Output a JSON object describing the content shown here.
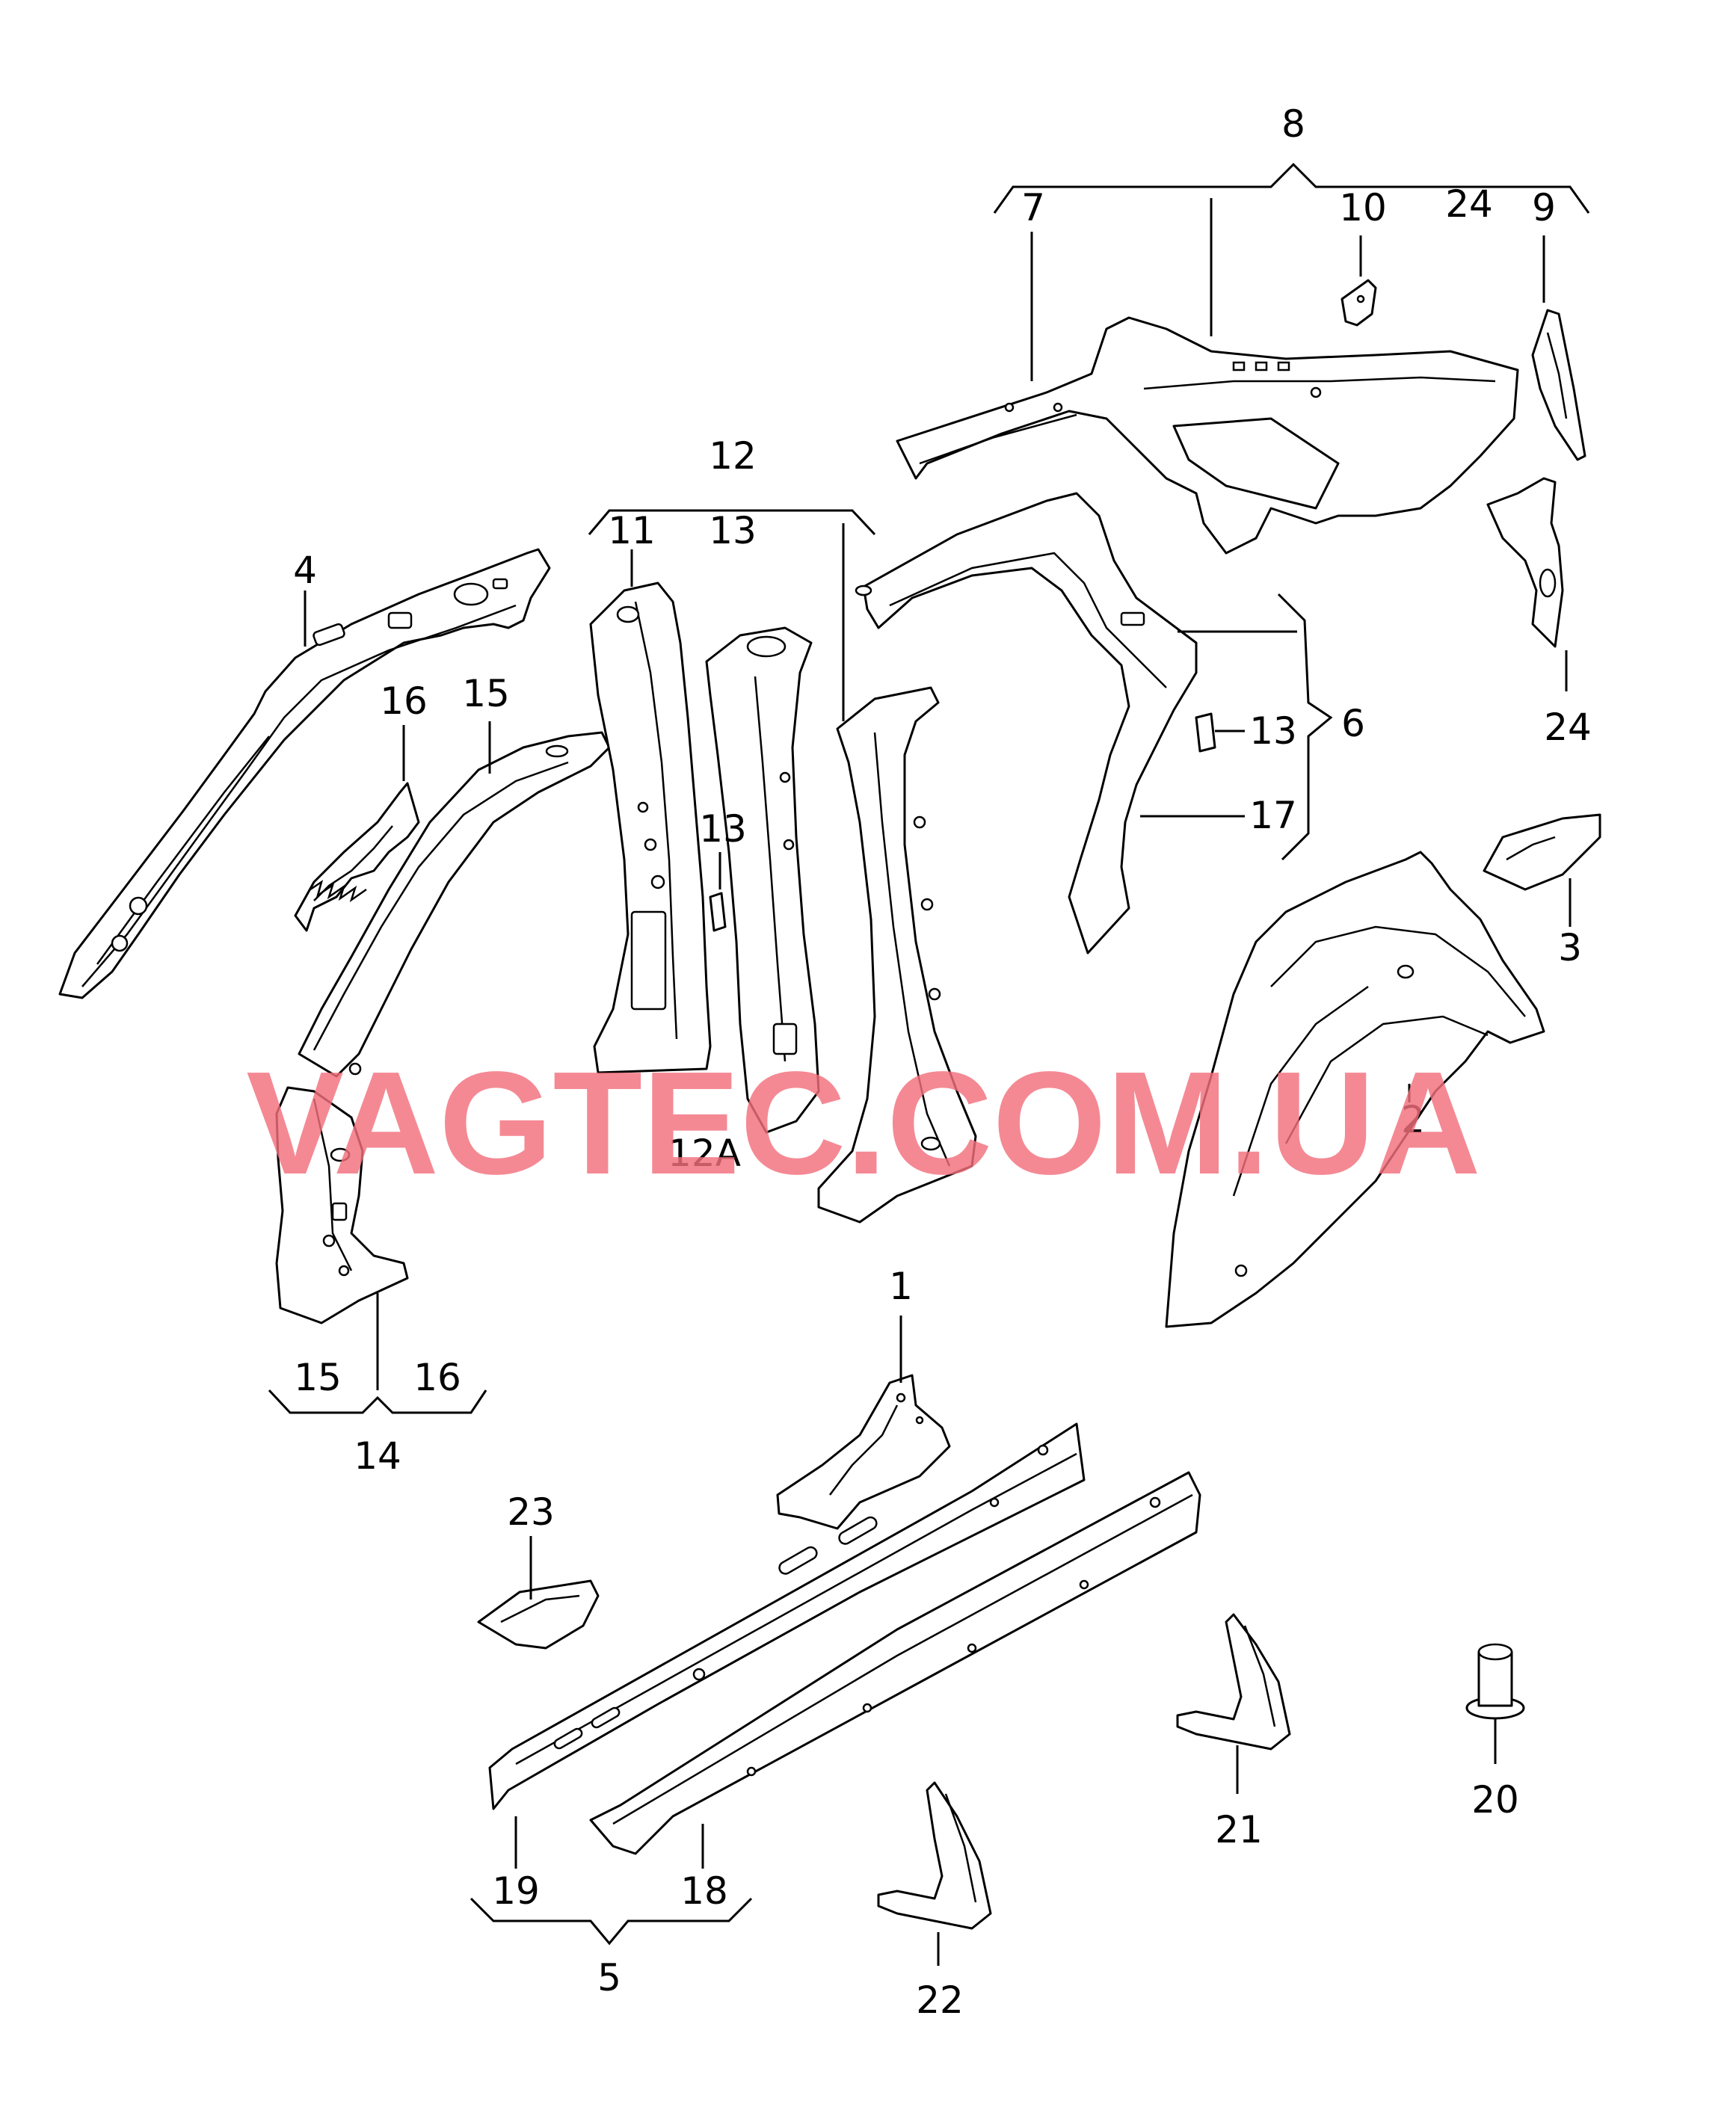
{
  "watermark": "VAGTEC.COM.UA",
  "callouts": {
    "c1": "1",
    "c2": "2",
    "c3": "3",
    "c4": "4",
    "c5": "5",
    "c6": "6",
    "c7": "7",
    "c8": "8",
    "c9": "9",
    "c10": "10",
    "c11": "11",
    "c12": "12",
    "c12a": "12A",
    "c13a": "13",
    "c13b": "13",
    "c13c": "13",
    "c14": "14",
    "c15a": "15",
    "c15b": "15",
    "c16a": "16",
    "c16b": "16",
    "c17": "17",
    "c18": "18",
    "c19": "19",
    "c20": "20",
    "c21": "21",
    "c22": "22",
    "c23": "23",
    "c24a": "24",
    "c24b": "24"
  }
}
